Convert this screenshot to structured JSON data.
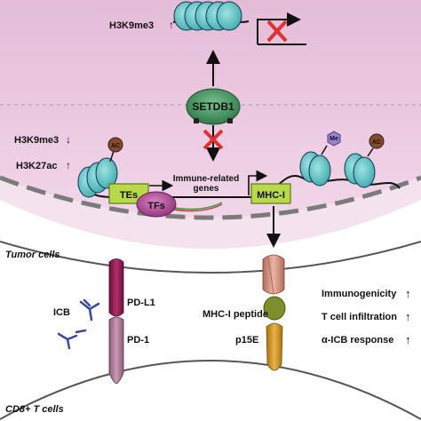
{
  "marks": {
    "top_mark": "H3K9me3",
    "left_mark_1": "H3K9me3",
    "left_mark_2": "H3K27ac"
  },
  "nodes": {
    "setdb1": "SETDB1",
    "tes": "TEs",
    "tfs": "TFs",
    "immune_genes_1": "Immune-related",
    "immune_genes_2": "genes",
    "mhc_box": "MHC-I",
    "ac": "AC",
    "me": "Me"
  },
  "regions": {
    "tumor": "Tumor cells",
    "tcell": "CD8+ T cells"
  },
  "membrane": {
    "pdl1": "PD-L1",
    "pd1": "PD-1",
    "icb": "ICB",
    "mhc_peptide": "MHC-I peptide",
    "p15e": "p15E"
  },
  "outcomes": [
    {
      "label": "Immunogenicity",
      "arrow": "↑"
    },
    {
      "label": "T cell infiltration",
      "arrow": "↑"
    },
    {
      "label": "α-ICB response",
      "arrow": "↑"
    }
  ],
  "colors": {
    "cell_bg": "#f3dfee",
    "nucleus_bg": "#e8c4de",
    "setdb1": "#3f8f5a",
    "nucleosome": "#5cc3c3",
    "tes_box": "#b8d94a",
    "tfs": "#b04e9a",
    "pdl1": "#8c1a4f",
    "mhc": "#d49a86",
    "peptide": "#7d8f2a",
    "p15e": "#d09a2a",
    "ac": "#8a4a2a",
    "me": "#9a82d0",
    "inhibit": "#e03030"
  }
}
